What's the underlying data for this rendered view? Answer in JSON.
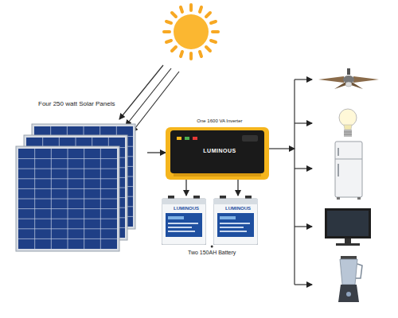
{
  "diagram": {
    "nodes": [
      {
        "text": [
          "Four 250 watt Solar Panels"
        ]
      },
      {
        "text": [
          "One 1600 VA Inverter",
          "LUMINOUS"
        ]
      },
      {
        "text": [
          "LUMINOUS"
        ]
      },
      {
        "text": [
          "LUMINOUS"
        ]
      }
    ],
    "edges": [
      {
        "from": 0,
        "to": 1,
        "arrow": "to"
      },
      {
        "from": 1,
        "to": 2,
        "arrow": "to"
      },
      {
        "from": 1,
        "to": 3,
        "arrow": "to"
      }
    ],
    "labels": [
      "Two 150AH Battery"
    ]
  }
}
